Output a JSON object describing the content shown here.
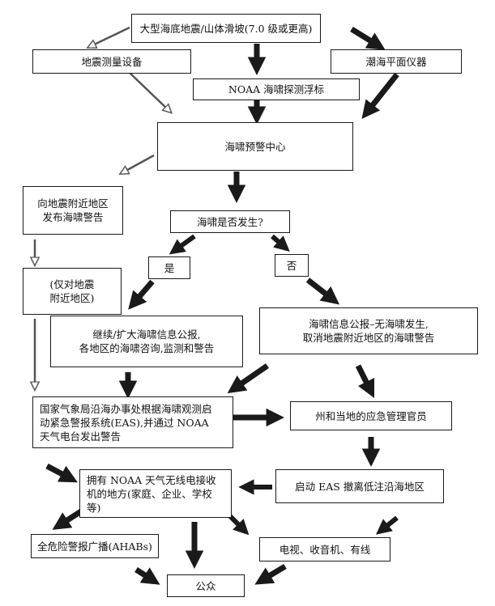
{
  "nodes": {
    "quake": "大型海底地震/山体滑坡(7.0 级或更高)",
    "seismic": "地震测量设备",
    "tide": "潮海平面仪器",
    "buoy": "NOAA 海啸探测浮标",
    "center": "海啸预警中心",
    "warn_near": "向地震附近地区\n发布海啸警告",
    "occur": "海啸是否发生?",
    "yes": "是",
    "no": "否",
    "only_near": "(仅对地震\n附近地区)",
    "continue": "继续/扩大海啸信息公报,\n各地区的海啸咨询,监测和警告",
    "cancel": "海啸信息公报–无海啸发生,\n取消地震附近地区的海啸警告",
    "noaa_office": "国家气象局沿海办事处根据海啸观测启\n动紧急警报系统(EAS),并通过 NOAA\n天气电台发出警告",
    "officials": "州和当地的应急管理官员",
    "radio_places": "拥有 NOAA 天气无线电接收\n机的地方(家庭、企业、学校\n等)",
    "eas_evac": "启动 EAS 撤离低注沿海地区",
    "ahabs": "全危险警报广播(AHABs)",
    "tv": "电视、收音机、有线",
    "public": "公众"
  }
}
